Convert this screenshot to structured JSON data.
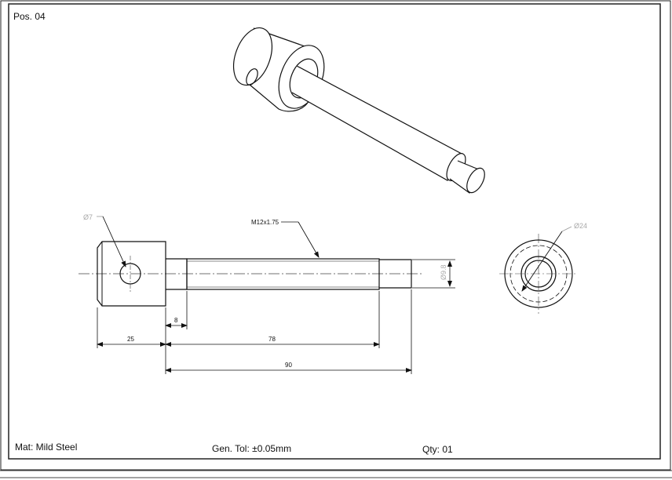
{
  "title_block": {
    "position": "Pos. 04",
    "material": "Mat: Mild Steel",
    "tolerance": "Gen. Tol: ±0.05mm",
    "quantity": "Qty: 01"
  },
  "annotations": {
    "hole_dia": "Ø7",
    "thread": "M12x1.75",
    "end_dia": "Ø9.8",
    "outer_dia": "Ø24"
  },
  "dimensions": {
    "head_length": "25",
    "shoulder": "8",
    "thread_length": "78",
    "shaft_length": "90"
  },
  "colors": {
    "line": "#111111",
    "faint": "#b5b5b5",
    "background": "#ffffff"
  }
}
